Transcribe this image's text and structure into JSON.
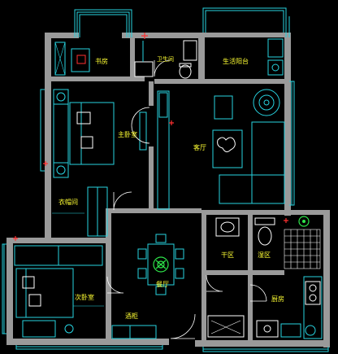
{
  "colors": {
    "background": "#000000",
    "wall": "#9a9a9a",
    "furniture": "#27d3e0",
    "window": "#27d3e0",
    "plant": "#2ee64a",
    "label": "#ffff33",
    "marker": "#ff3030",
    "fixture": "#ffffff"
  },
  "rooms": {
    "study": "书房",
    "bathroom": "卫生间",
    "utility_balcony": "生活阳台",
    "master_bedroom": "主卧室",
    "living_room": "客厅",
    "walk_in_closet": "衣帽间",
    "dry_zone": "干区",
    "wet_zone": "湿区",
    "dining_room": "餐厅",
    "secondary_bedroom": "次卧室",
    "kitchen": "厨房",
    "sideboard": "酒柜"
  }
}
